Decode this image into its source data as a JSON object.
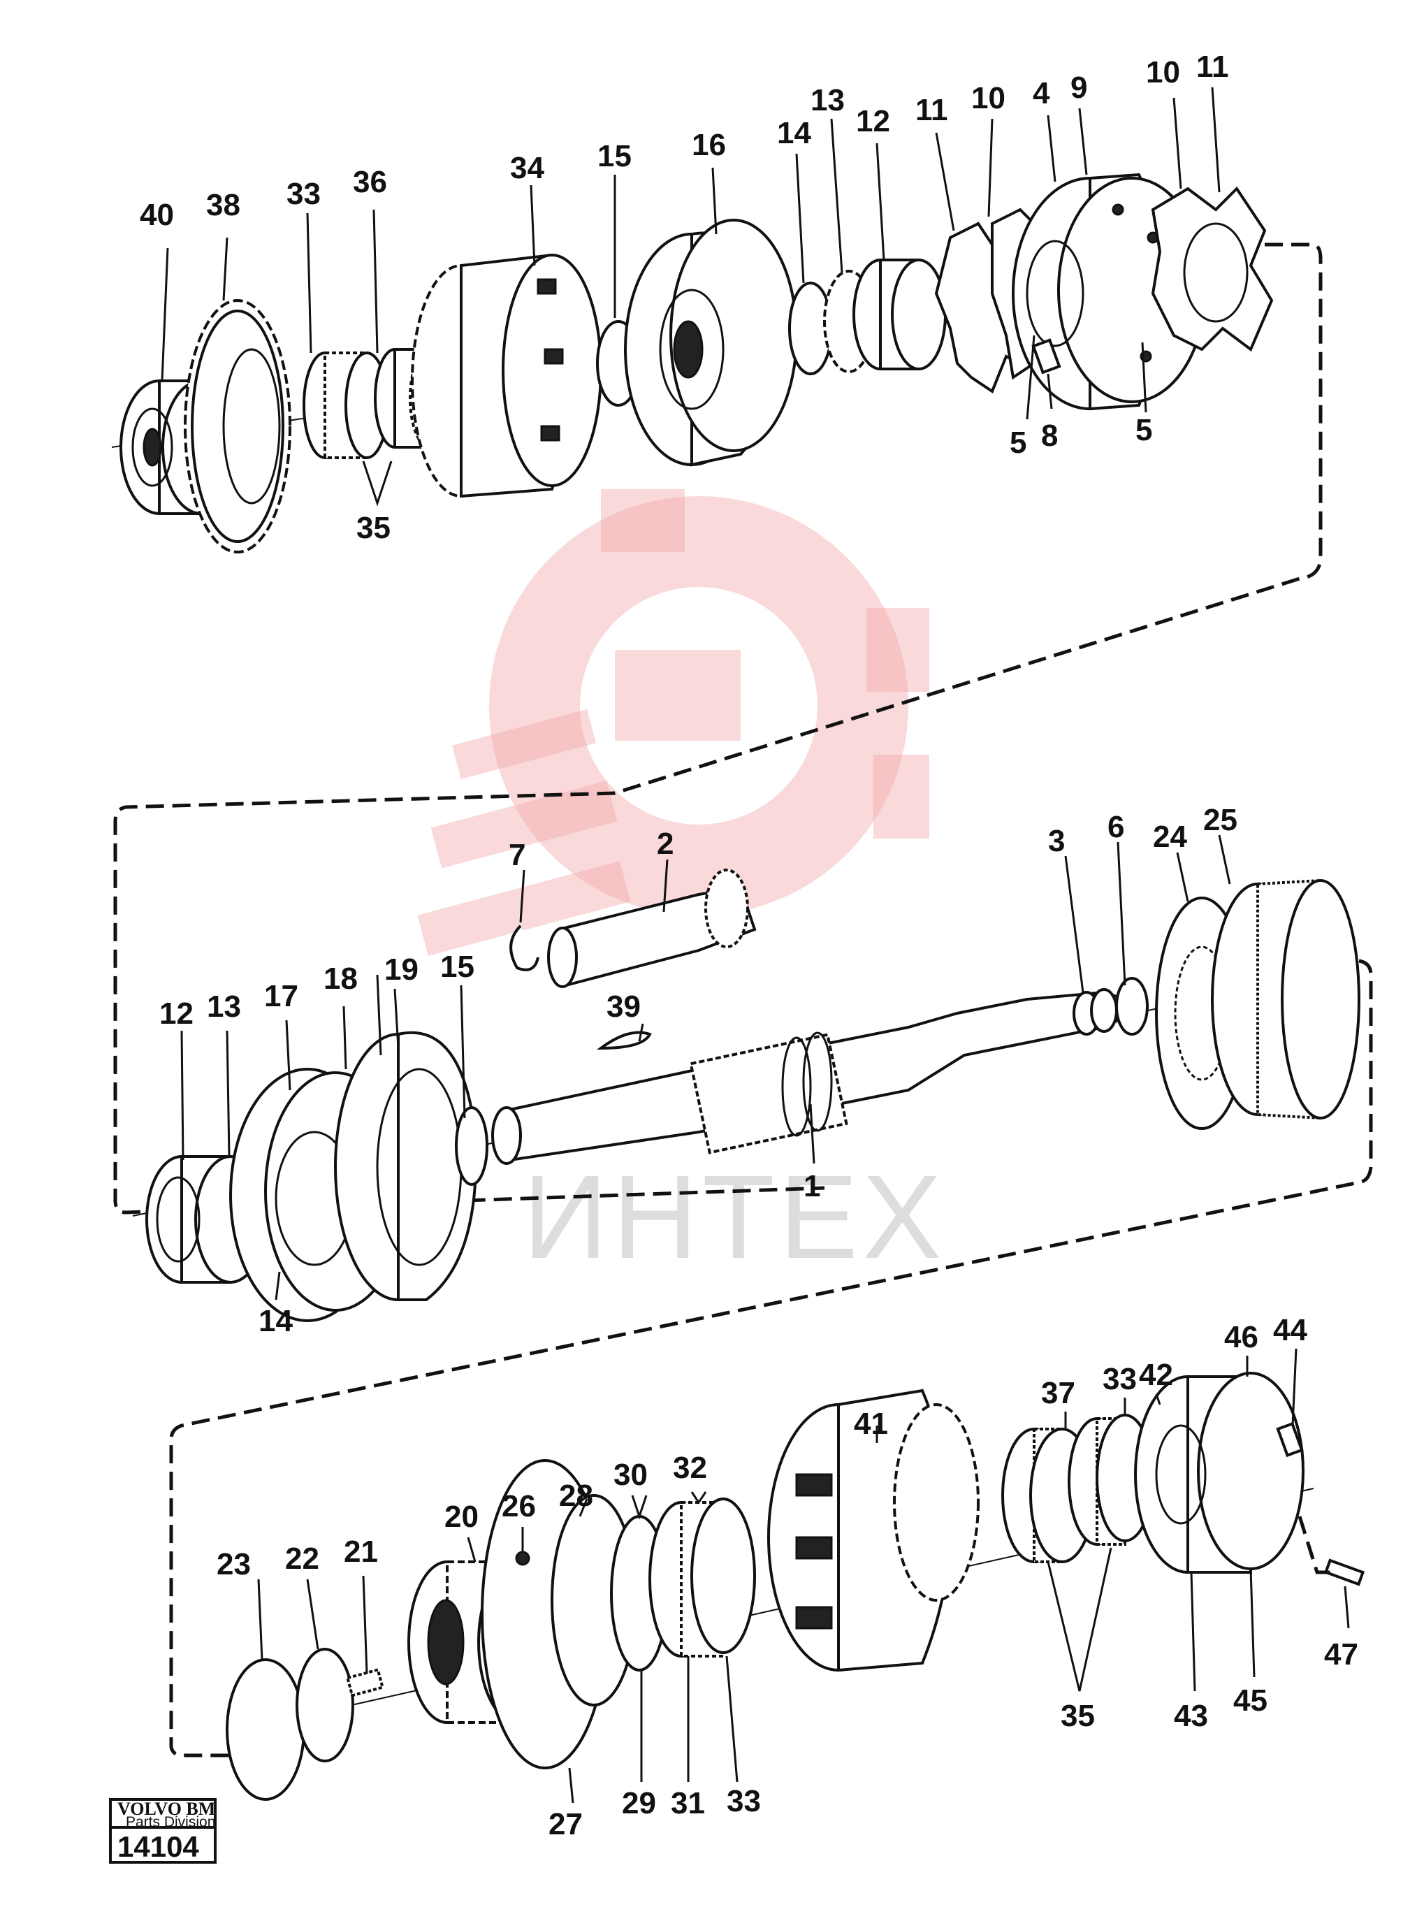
{
  "watermark": {
    "text": "ИНТЕХ"
  },
  "stamp": {
    "brand": "VOLVO BM",
    "division": "Parts Division",
    "number": "14104"
  },
  "labels": {
    "p1": "1",
    "p2": "2",
    "p3": "3",
    "p4": "4",
    "p5a": "5",
    "p5b": "5",
    "p6": "6",
    "p7": "7",
    "p8": "8",
    "p9": "9",
    "p10a": "10",
    "p10b": "10",
    "p11a": "11",
    "p11b": "11",
    "p12a": "12",
    "p12b": "12",
    "p13a": "13",
    "p13b": "13",
    "p14a": "14",
    "p14b": "14",
    "p15a": "15",
    "p15b": "15",
    "p16": "16",
    "p17": "17",
    "p18": "18",
    "p19": "19",
    "p20": "20",
    "p21": "21",
    "p22": "22",
    "p23": "23",
    "p24": "24",
    "p25": "25",
    "p26": "26",
    "p27": "27",
    "p28": "28",
    "p29": "29",
    "p30": "30",
    "p31": "31",
    "p32": "32",
    "p33a": "33",
    "p33b": "33",
    "p33c": "33",
    "p34": "34",
    "p35a": "35",
    "p35b": "35",
    "p36": "36",
    "p37": "37",
    "p38": "38",
    "p39": "39",
    "p40": "40",
    "p41": "41",
    "p42": "42",
    "p43": "43",
    "p44": "44",
    "p45": "45",
    "p46": "46",
    "p47": "47"
  }
}
